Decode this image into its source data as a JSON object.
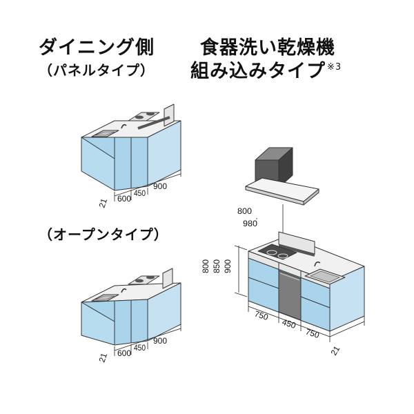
{
  "headings": {
    "dining_side": "ダイニング側",
    "panel_type": "（パネルタイプ）",
    "dishwasher_line1": "食器洗い乾燥機",
    "dishwasher_line2": "組み込みタイプ",
    "dishwasher_note": "※3",
    "open_type": "（オープンタイプ）"
  },
  "panel_dims": {
    "d1": "21",
    "d2": "600",
    "d3": "450",
    "d4": "900"
  },
  "open_dims": {
    "d1": "21",
    "d2": "600",
    "d3": "450",
    "d4": "900"
  },
  "right_dims": {
    "hood_a": "800",
    "hood_b": "980",
    "h_a": "800",
    "h_b": "850",
    "h_c": "900",
    "w1": "750",
    "w2": "450",
    "w3": "750",
    "side": "21"
  },
  "colors": {
    "cabinet_front": "#a9d4ec",
    "cabinet_side": "#c6e2f2",
    "counter_top": "#f1f1f1",
    "hood_dark": "#5a5a5a",
    "outline": "#333333"
  }
}
